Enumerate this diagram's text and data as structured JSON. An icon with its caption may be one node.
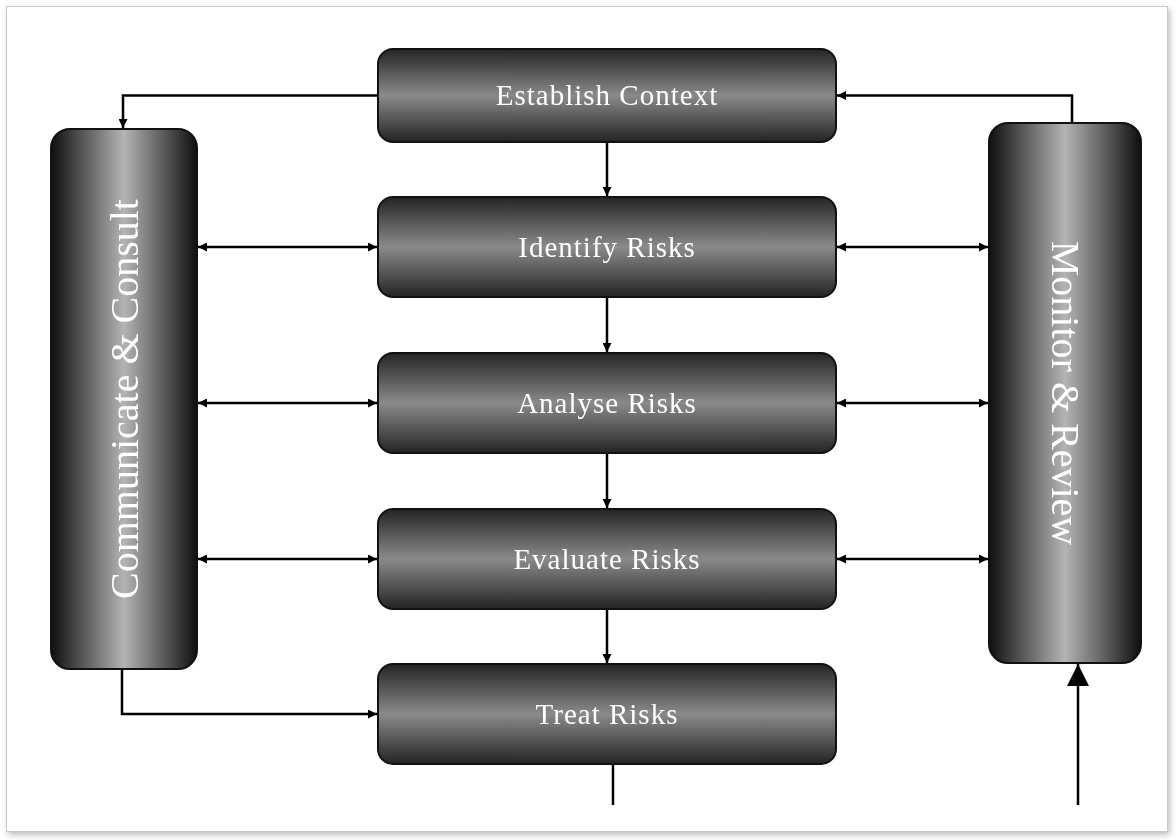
{
  "diagram": {
    "nodes": [
      {
        "text": [
          "Communicate & Consult"
        ]
      },
      {
        "text": [
          "Establish Context"
        ]
      },
      {
        "text": [
          "Identify Risks"
        ]
      },
      {
        "text": [
          "Analyse Risks"
        ]
      },
      {
        "text": [
          "Evaluate Risks"
        ]
      },
      {
        "text": [
          "Treat Risks"
        ]
      },
      {
        "text": [
          "Monitor & Review"
        ]
      }
    ],
    "edges": [
      {
        "from": 1,
        "to": 0,
        "arrow": "to"
      },
      {
        "from": 6,
        "to": 1,
        "arrow": "to"
      },
      {
        "from": 1,
        "to": 2,
        "arrow": "to"
      },
      {
        "from": 2,
        "to": 3,
        "arrow": "to"
      },
      {
        "from": 3,
        "to": 4,
        "arrow": "to"
      },
      {
        "from": 4,
        "to": 5,
        "arrow": "to"
      },
      {
        "from": 0,
        "to": 2,
        "arrow": "both"
      },
      {
        "from": 0,
        "to": 3,
        "arrow": "both"
      },
      {
        "from": 0,
        "to": 4,
        "arrow": "both"
      },
      {
        "from": 2,
        "to": 6,
        "arrow": "both"
      },
      {
        "from": 3,
        "to": 6,
        "arrow": "both"
      },
      {
        "from": 4,
        "to": 6,
        "arrow": "both"
      },
      {
        "from": 0,
        "to": 5,
        "arrow": "to"
      },
      {
        "from": 5,
        "to": null,
        "arrow": "none"
      },
      {
        "from": null,
        "to": 6,
        "arrow": "to"
      }
    ]
  }
}
